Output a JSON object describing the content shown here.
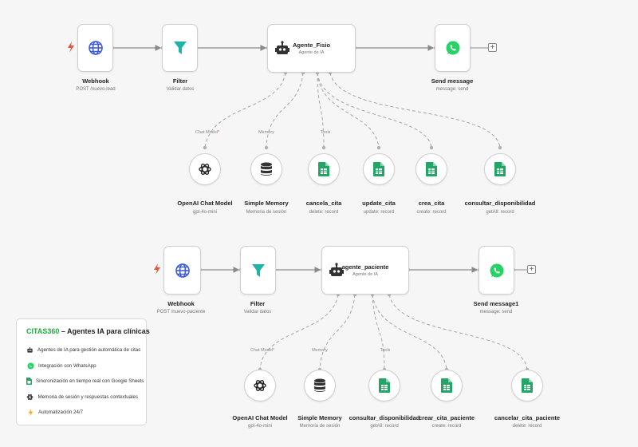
{
  "flows": [
    {
      "trigger": {
        "icon": "globe-icon",
        "label": "Webhook",
        "sub": "POST /nuevo-lead"
      },
      "filter": {
        "icon": "filter-icon",
        "label": "Filter",
        "sub": "Validar datos"
      },
      "agent": {
        "icon": "robot-icon",
        "label": "Agente_Fisio",
        "sub": "Agente de IA"
      },
      "send": {
        "icon": "whatsapp-icon",
        "label": "Send message",
        "sub": "message: send"
      },
      "connectors": {
        "chat_model": "Chat Model",
        "required_mark": "*",
        "memory": "Memory",
        "tools": "Tools"
      },
      "subnodes": [
        {
          "icon": "openai-icon",
          "label": "OpenAI Chat Model",
          "sub": "gpt-4o-mini"
        },
        {
          "icon": "database-icon",
          "label": "Simple Memory",
          "sub": "Memoria de sesión"
        },
        {
          "icon": "google-sheets-icon",
          "label": "cancela_cita",
          "sub": "delete: record"
        },
        {
          "icon": "google-sheets-icon",
          "label": "update_cita",
          "sub": "update: record"
        },
        {
          "icon": "google-sheets-icon",
          "label": "crea_cita",
          "sub": "create: record"
        },
        {
          "icon": "google-sheets-icon",
          "label": "consultar_disponibilidad",
          "sub": "getAll: record"
        }
      ]
    },
    {
      "trigger": {
        "icon": "globe-icon",
        "label": "Webhook",
        "sub": "POST /nuevo-paciente"
      },
      "filter": {
        "icon": "filter-icon",
        "label": "Filter",
        "sub": "Validar datos"
      },
      "agent": {
        "icon": "robot-icon",
        "label": "agente_paciente",
        "sub": "Agente de IA"
      },
      "send": {
        "icon": "whatsapp-icon",
        "label": "Send message1",
        "sub": "message: send"
      },
      "connectors": {
        "chat_model": "Chat Model",
        "required_mark": "*",
        "memory": "Memory",
        "tools": "Tools"
      },
      "subnodes": [
        {
          "icon": "openai-icon",
          "label": "OpenAI Chat Model",
          "sub": "gpt-4o-mini"
        },
        {
          "icon": "database-icon",
          "label": "Simple Memory",
          "sub": "Memoria de sesión"
        },
        {
          "icon": "google-sheets-icon",
          "label": "consultar_disponibilidad",
          "sub": "getAll: record"
        },
        {
          "icon": "google-sheets-icon",
          "label": "crear_cita_paciente",
          "sub": "create: record"
        },
        {
          "icon": "google-sheets-icon",
          "label": "cancelar_cita_paciente",
          "sub": "delete: record"
        }
      ]
    }
  ],
  "legend": {
    "brand": "CITAS360",
    "title": " – Agentes IA para clínicas",
    "items": [
      {
        "icon": "robot-icon",
        "text": "Agentes de IA para gestión automática de citas"
      },
      {
        "icon": "whatsapp-icon",
        "text": "Integración con WhatsApp"
      },
      {
        "icon": "google-sheets-icon",
        "text": "Sincronización en tiempo real con Google Sheets"
      },
      {
        "icon": "openai-icon",
        "text": "Memoria de sesión y respuestas contextuales"
      },
      {
        "icon": "bolt-icon",
        "text": "Automatización 24/7"
      }
    ]
  },
  "colors": {
    "accent_green": "#27a844",
    "sheets_green": "#23a566",
    "filter_teal": "#1eb5a6",
    "globe_blue": "#3b5bdb",
    "trigger_red": "#e8553e",
    "edge_gray": "#9a9a9a"
  }
}
